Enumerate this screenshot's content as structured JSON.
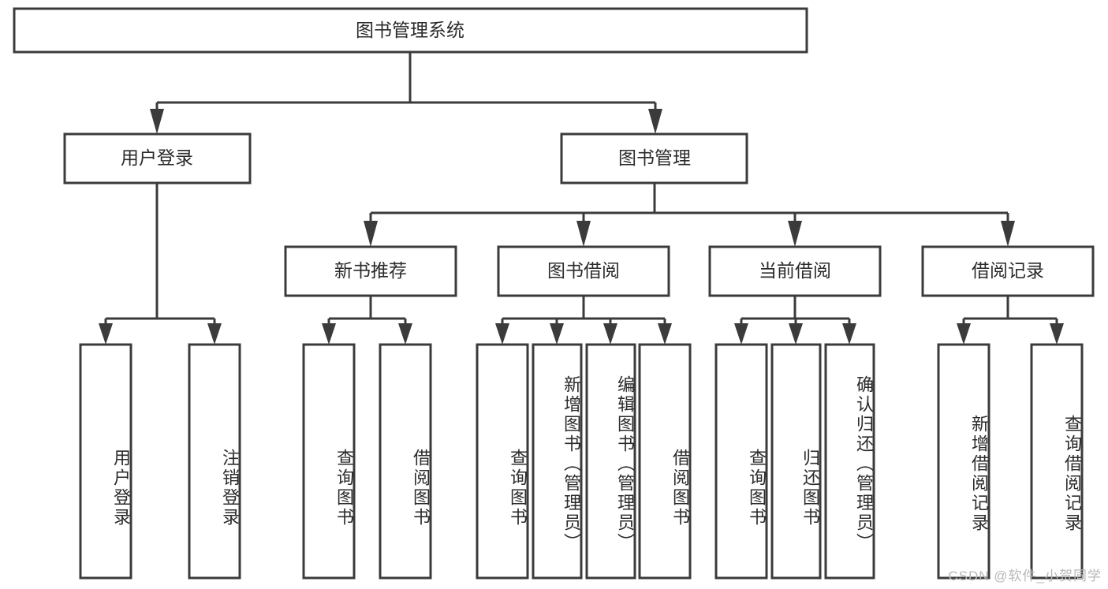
{
  "diagram": {
    "type": "tree",
    "title": "图书管理系统",
    "background_color": "#ffffff",
    "line_color": "#3b3b3b",
    "text_color": "#2b2b2b",
    "root": {
      "label": "图书管理系统"
    },
    "level2": [
      {
        "label": "用户登录"
      },
      {
        "label": "图书管理"
      }
    ],
    "level3": [
      {
        "label": "新书推荐"
      },
      {
        "label": "图书借阅"
      },
      {
        "label": "当前借阅"
      },
      {
        "label": "借阅记录"
      }
    ],
    "leaves": {
      "user_login": [
        {
          "label": "用户登录"
        },
        {
          "label": "注销登录"
        }
      ],
      "new_book_recommend": [
        {
          "label": "查询图书"
        },
        {
          "label": "借阅图书"
        }
      ],
      "book_borrow": [
        {
          "label": "查询图书"
        },
        {
          "label": "新增图书（管理员）"
        },
        {
          "label": "编辑图书（管理员）"
        },
        {
          "label": "借阅图书"
        }
      ],
      "current_borrow": [
        {
          "label": "查询图书"
        },
        {
          "label": "归还图书"
        },
        {
          "label": "确认归还（管理员）"
        }
      ],
      "borrow_record": [
        {
          "label": "新增借阅记录"
        },
        {
          "label": "查询借阅记录"
        }
      ]
    }
  },
  "watermark": {
    "text": "CSDN @软件_小贺同学"
  }
}
